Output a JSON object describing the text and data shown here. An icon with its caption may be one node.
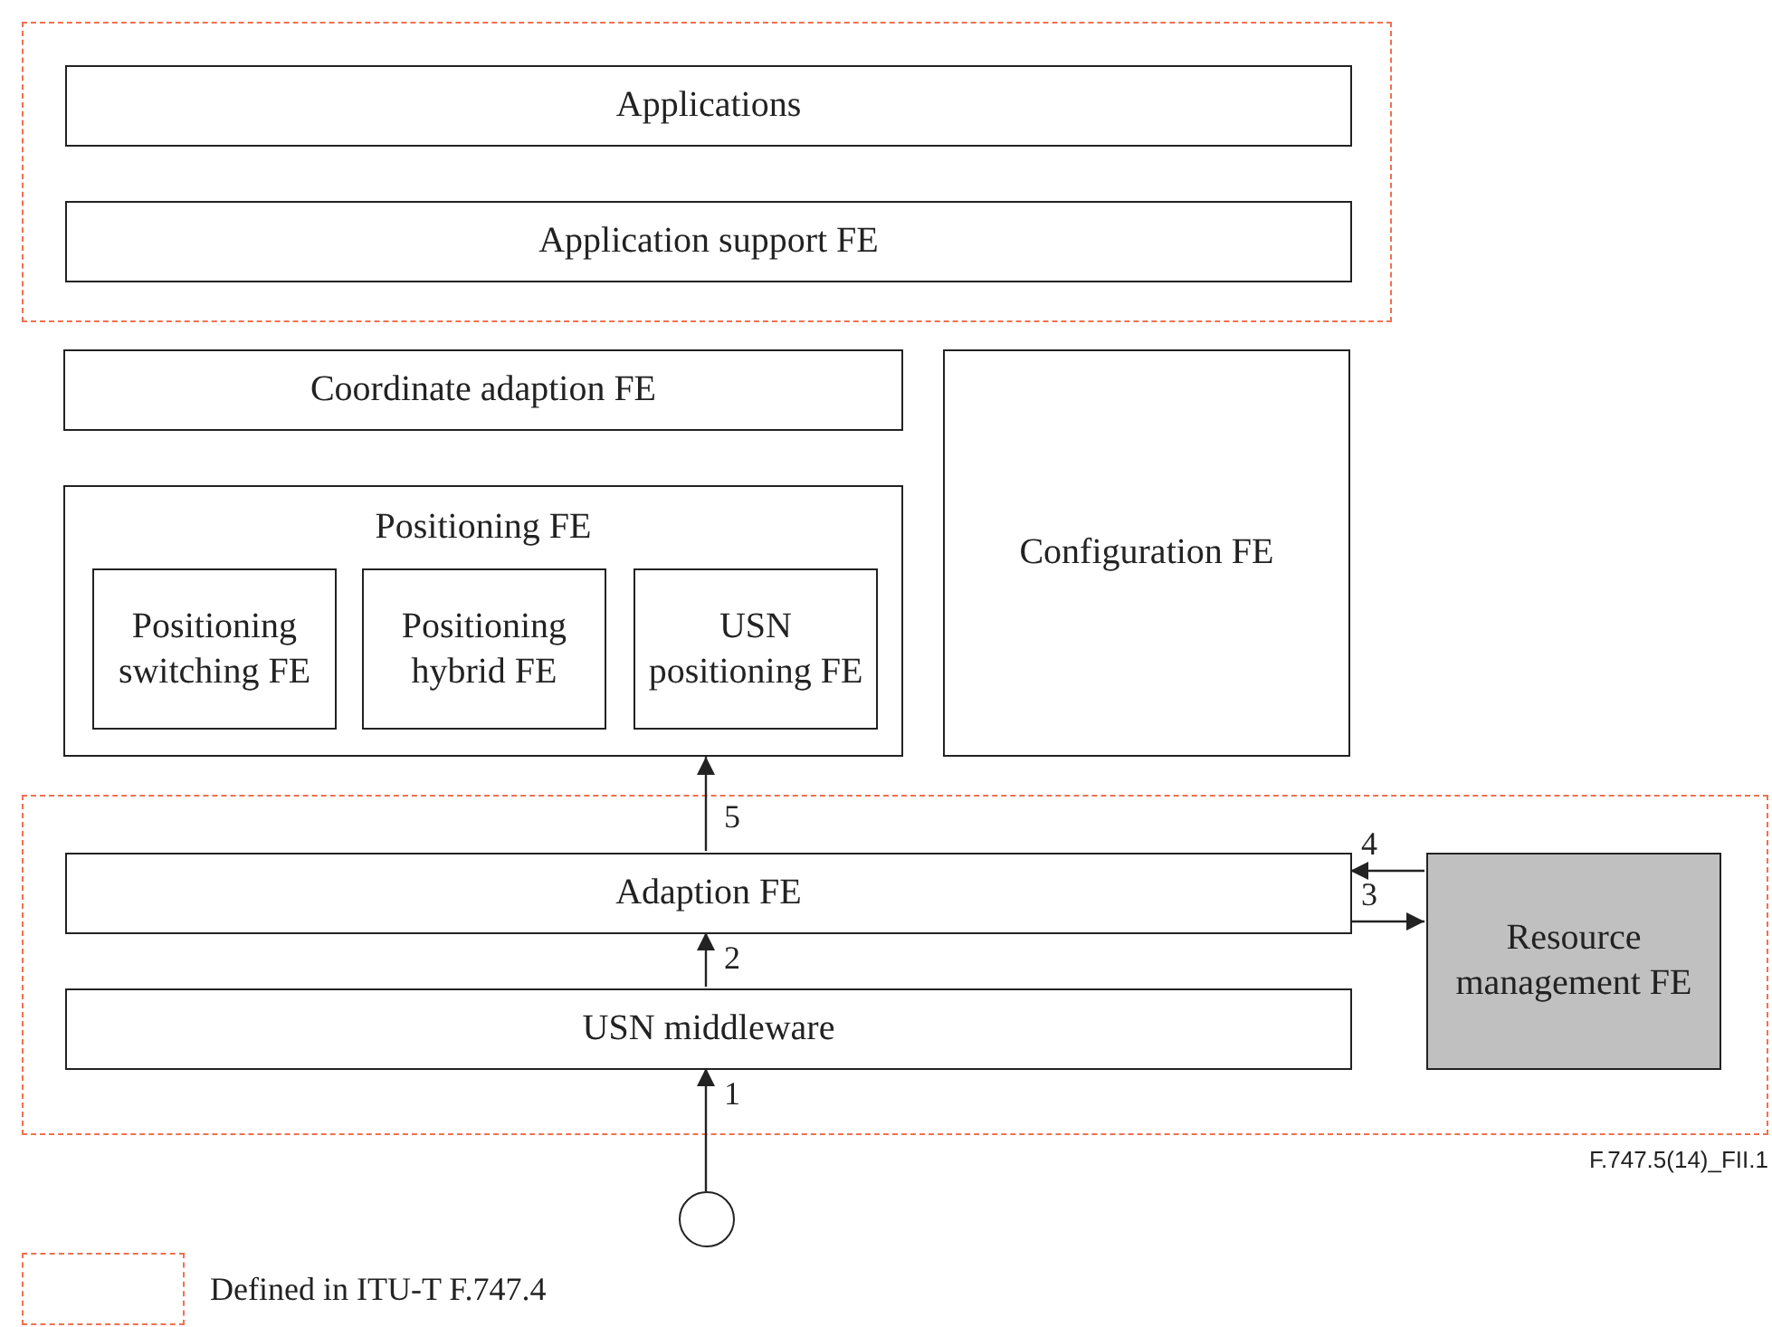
{
  "diagram": {
    "nodes": [
      {
        "text": [],
        "shape": "box"
      },
      {
        "text": [
          "Applications"
        ],
        "in": 0
      },
      {
        "text": [
          "Application support FE"
        ],
        "in": 0
      },
      {
        "text": [
          "Coordinate adaption FE"
        ]
      },
      {
        "text": [
          "Positioning FE"
        ]
      },
      {
        "text": [
          "Positioning switching FE"
        ],
        "in": 4
      },
      {
        "text": [
          "Positioning hybrid FE"
        ],
        "in": 4
      },
      {
        "text": [
          "USN positioning FE"
        ],
        "in": 4
      },
      {
        "text": [
          "Configuration FE"
        ]
      },
      {
        "text": [],
        "shape": "box"
      },
      {
        "text": [
          "Adaption FE"
        ],
        "in": 9
      },
      {
        "text": [
          "USN middleware"
        ],
        "in": 9
      },
      {
        "text": [
          "Resource management FE"
        ],
        "in": 9
      },
      {
        "text": [],
        "shape": "circle"
      }
    ],
    "edges": [
      {
        "from": 13,
        "to": 11,
        "arrow": "to",
        "label": "1"
      },
      {
        "from": 11,
        "to": 10,
        "arrow": "to",
        "label": "2"
      },
      {
        "from": 10,
        "to": 12,
        "arrow": "to",
        "label": "3"
      },
      {
        "from": 12,
        "to": 10,
        "arrow": "to",
        "label": "4"
      },
      {
        "from": 10,
        "to": 4,
        "arrow": "to",
        "label": "5"
      }
    ],
    "labels": [
      "F.747.5(14)_FII.1"
    ],
    "legend": [
      {
        "text": "Defined in ITU-T F.747.4"
      }
    ]
  }
}
